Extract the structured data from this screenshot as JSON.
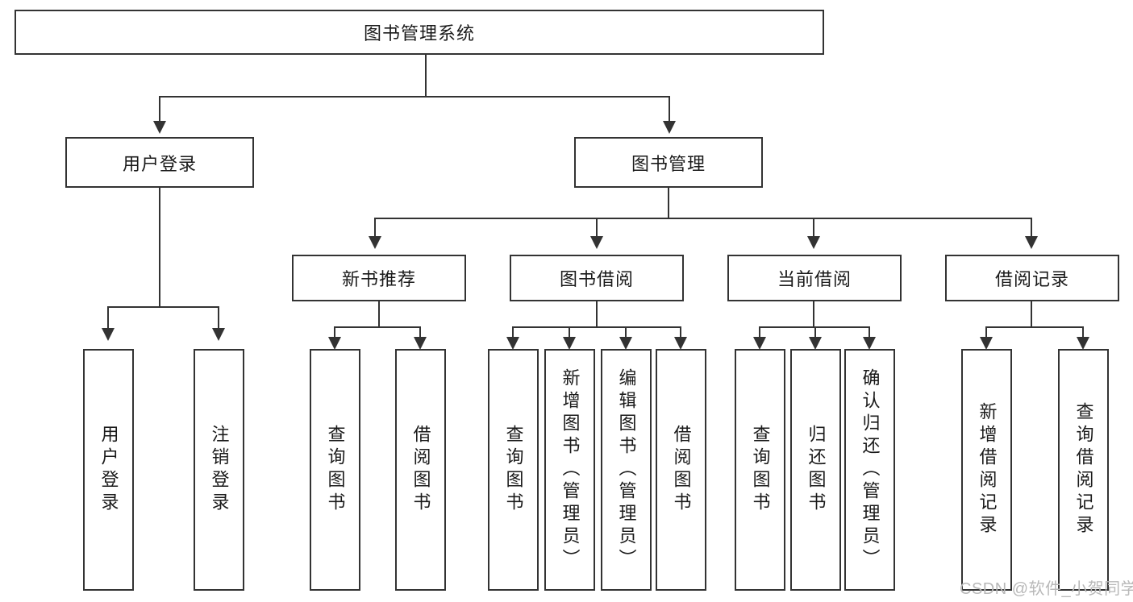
{
  "diagram": {
    "type": "hierarchy-tree",
    "title": "图书管理系统",
    "root": {
      "label": "图书管理系统"
    },
    "level2": [
      {
        "label": "用户登录"
      },
      {
        "label": "图书管理"
      }
    ],
    "level3": [
      {
        "label": "新书推荐"
      },
      {
        "label": "图书借阅"
      },
      {
        "label": "当前借阅"
      },
      {
        "label": "借阅记录"
      }
    ],
    "leaves": {
      "user_login": [
        {
          "label": "用户登录"
        },
        {
          "label": "注销登录"
        }
      ],
      "new_book_recommend": [
        {
          "label": "查询图书"
        },
        {
          "label": "借阅图书"
        }
      ],
      "book_borrow": [
        {
          "label": "查询图书"
        },
        {
          "label": "新增图书（管理员）"
        },
        {
          "label": "编辑图书（管理员）"
        },
        {
          "label": "借阅图书"
        }
      ],
      "current_borrow": [
        {
          "label": "查询图书"
        },
        {
          "label": "归还图书"
        },
        {
          "label": "确认归还（管理员）"
        }
      ],
      "borrow_record": [
        {
          "label": "新增借阅记录"
        },
        {
          "label": "查询借阅记录"
        }
      ]
    }
  },
  "watermark": {
    "text": "CSDN @软件_小贺同学"
  },
  "colors": {
    "stroke": "#333333",
    "fill": "#ffffff",
    "text": "#1a1a1a",
    "watermark": "#b8b8b8"
  }
}
